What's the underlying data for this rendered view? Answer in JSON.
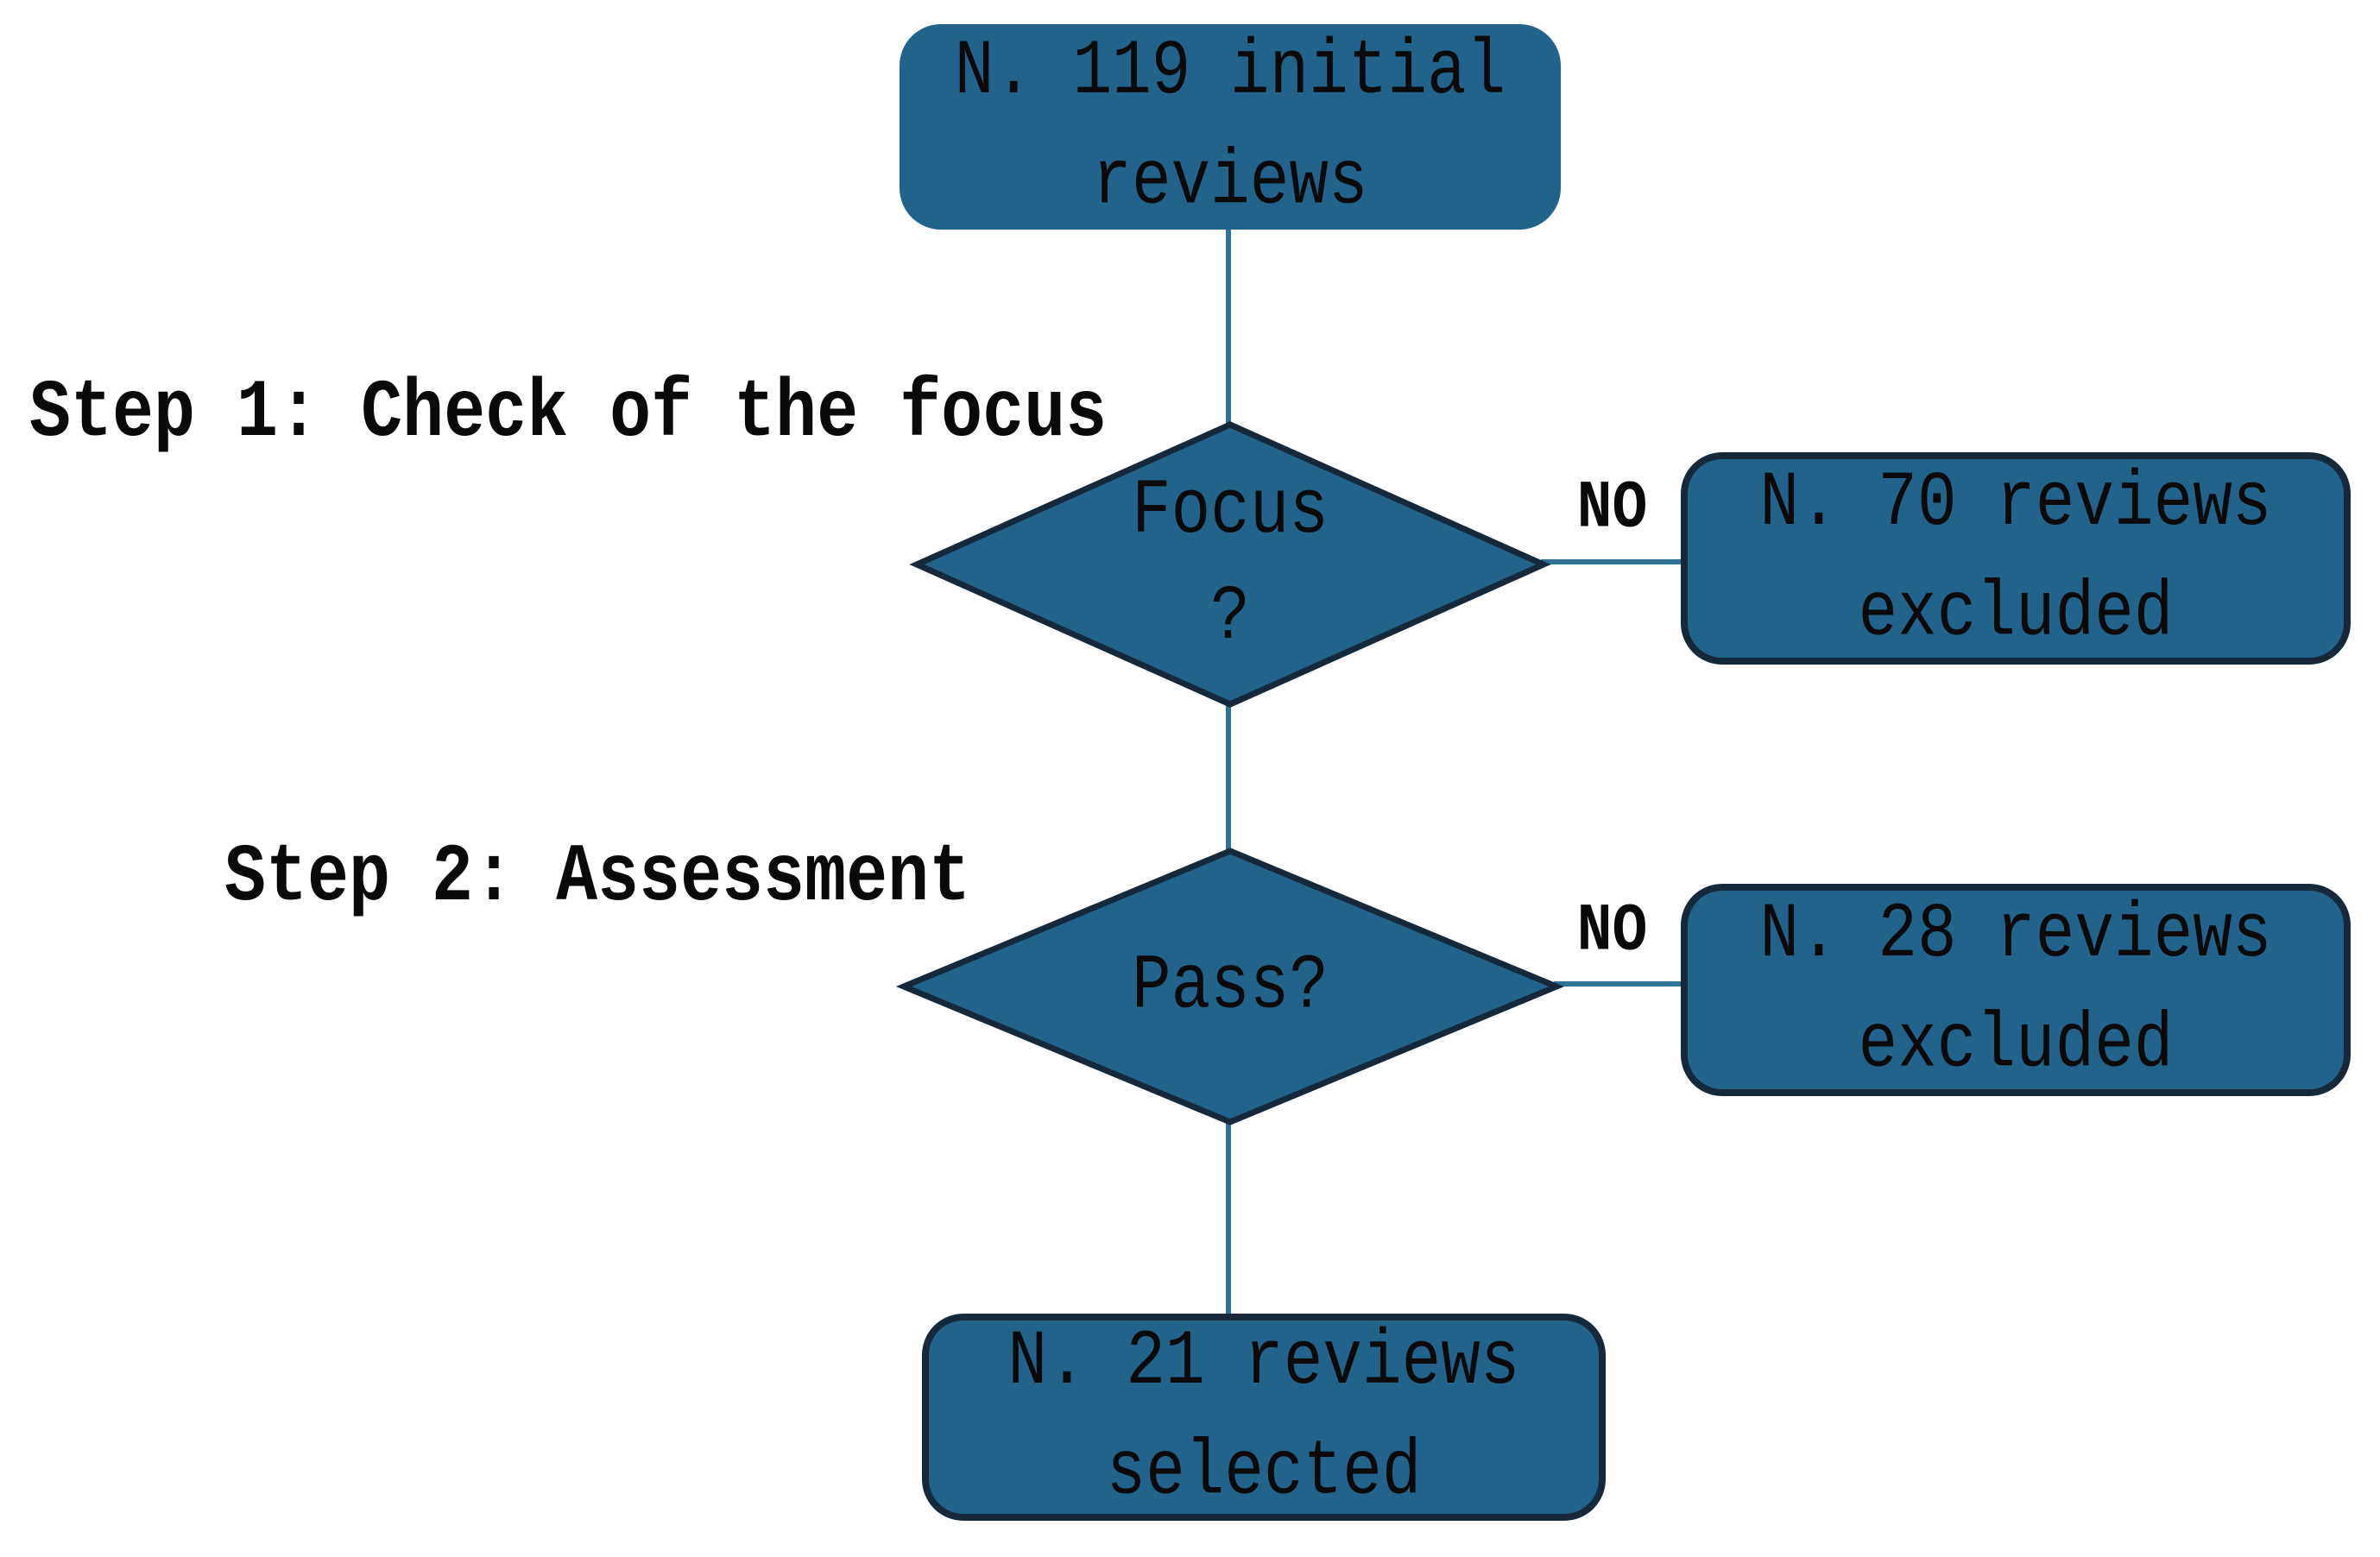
{
  "diagram": {
    "type": "flowchart",
    "colors": {
      "node_fill": "#21638A",
      "node_border": "#16293A",
      "connector": "#2E7396",
      "text": "#0a0a0a",
      "background": "#ffffff"
    },
    "nodes": {
      "initial": {
        "shape": "rounded-rect",
        "lines": [
          "N. 119 initial",
          "reviews"
        ]
      },
      "focus_decision": {
        "shape": "diamond",
        "lines": [
          "Focus",
          "?"
        ]
      },
      "excluded_focus": {
        "shape": "rounded-rect",
        "lines": [
          "N. 70 reviews",
          "excluded"
        ]
      },
      "assessment_decision": {
        "shape": "diamond",
        "lines": [
          "Pass?"
        ]
      },
      "excluded_assessment": {
        "shape": "rounded-rect",
        "lines": [
          "N. 28 reviews",
          "excluded"
        ]
      },
      "selected": {
        "shape": "rounded-rect",
        "lines": [
          "N. 21 reviews",
          "selected"
        ]
      }
    },
    "labels": {
      "step1": "Step 1: Check of the focus",
      "step2": "Step 2: Assessment",
      "no_focus": "NO",
      "no_assessment": "NO"
    }
  }
}
